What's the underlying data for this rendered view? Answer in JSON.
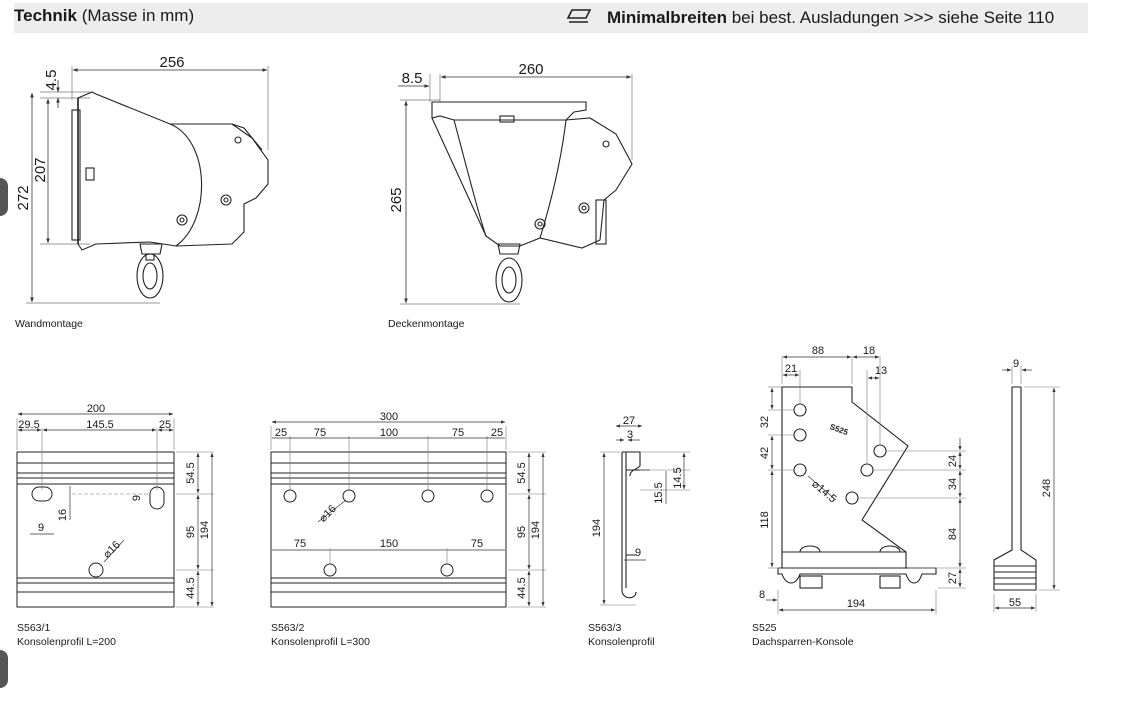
{
  "header": {
    "title_bold": "Technik",
    "title_rest": "(Masse in mm)",
    "min_bold": "Minimalbreiten",
    "min_rest": "bei best. Ausladungen >>> siehe Seite 110"
  },
  "wand": {
    "caption": "Wandmontage",
    "dims": {
      "width": "256",
      "offset": "4.5",
      "height_inner": "207",
      "height_total": "272"
    }
  },
  "decke": {
    "caption": "Deckenmontage",
    "dims": {
      "offset": "8.5",
      "width": "260",
      "height": "265"
    }
  },
  "s5631": {
    "code": "S563/1",
    "caption": "Konsolenprofil L=200",
    "dims": {
      "total": "200",
      "left": "29.5",
      "mid": "145.5",
      "right": "25",
      "top": "54.5",
      "mid_v": "95",
      "total_v": "194",
      "bottom": "44.5",
      "hole_w": "9",
      "slot_h": "9",
      "slot_off": "16",
      "hole_d": "⌀16"
    }
  },
  "s5632": {
    "code": "S563/2",
    "caption": "Konsolenprofil L=300",
    "dims": {
      "total": "300",
      "a": "25",
      "b": "75",
      "c": "100",
      "d": "75",
      "e": "25",
      "top": "54.5",
      "mid_v": "95",
      "total_v": "194",
      "bottom": "44.5",
      "lower_a": "75",
      "lower_b": "150",
      "lower_c": "75",
      "hole_d": "⌀16"
    }
  },
  "s5633": {
    "code": "S563/3",
    "caption": "Konsolenprofil",
    "dims": {
      "w": "27",
      "t": "3",
      "height": "194",
      "a": "15.5",
      "b": "14.5",
      "c": "9"
    }
  },
  "s525": {
    "code": "S525",
    "caption": "Dachsparren-Konsole",
    "dims": {
      "a": "88",
      "b": "18",
      "c": "21",
      "d": "13",
      "e": "32",
      "f": "42",
      "g": "118",
      "h": "24",
      "i": "34",
      "j": "84",
      "k": "27",
      "l": "8",
      "m": "194",
      "hole_d": "⌀14.5",
      "stamp": "S525"
    }
  },
  "profile": {
    "dims": {
      "w": "9",
      "h": "248",
      "base": "55"
    }
  },
  "colors": {
    "line": "#222222",
    "dimline": "#555555",
    "header_bg": "#ededed"
  }
}
